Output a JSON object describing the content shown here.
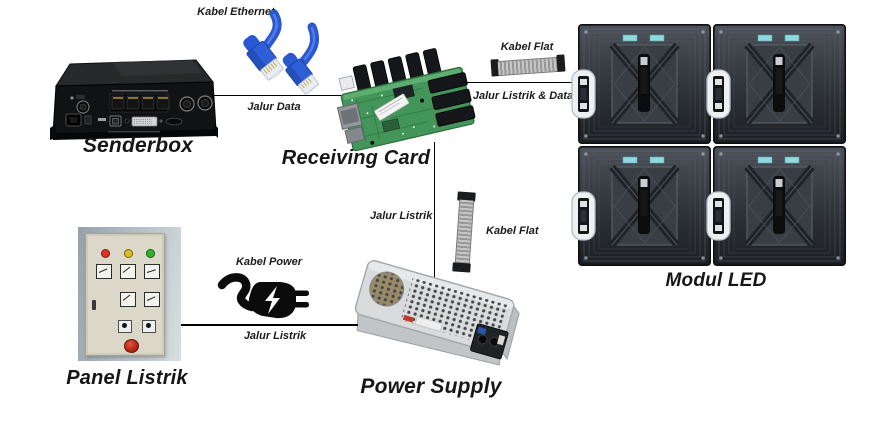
{
  "components": {
    "senderbox": {
      "label": "Senderbox"
    },
    "receiving_card": {
      "label": "Receiving Card"
    },
    "modul_led": {
      "label": "Modul LED",
      "grid": "2x2"
    },
    "panel_listrik": {
      "label": "Panel Listrik"
    },
    "power_supply": {
      "label": "Power Supply"
    }
  },
  "cables": {
    "kabel_ethernet": {
      "label": "Kabel Ethernet"
    },
    "kabel_flat_top": {
      "label": "Kabel Flat"
    },
    "kabel_flat_mid": {
      "label": "Kabel Flat"
    },
    "kabel_power": {
      "label": "Kabel Power"
    }
  },
  "connections": {
    "jalur_data": {
      "label": "Jalur Data",
      "from": "senderbox",
      "to": "receiving_card"
    },
    "jalur_listrik_dan_data": {
      "label": "Jalur Listrik & Data",
      "from": "receiving_card",
      "to": "modul_led"
    },
    "jalur_listrik_mid": {
      "label": "Jalur Listrik",
      "from": "receiving_card",
      "to": "power_supply"
    },
    "jalur_listrik_bottom": {
      "label": "Jalur Listrik",
      "from": "panel_listrik",
      "to": "power_supply"
    }
  },
  "icons": {
    "ethernet_cable": "blue RJ45 patch cable with two connectors",
    "flat_ribbon_horizontal": "grey flat ribbon cable, black ends",
    "flat_ribbon_vertical": "grey flat ribbon cable, black ends",
    "power_plug": "black power plug silhouette with white lightning bolt"
  },
  "colors": {
    "background": "#ffffff",
    "line": "#000000",
    "text": "#1b1b1b",
    "ethernet_blue": "#2a58d0",
    "pcb_green": "#44955a",
    "ribbon_grey": "#a8a8a8",
    "led_module_dark": "#2b2f35",
    "led_tag_cyan": "#8fd9de",
    "panel_cream": "#dcd8c9",
    "panel_indicators": [
      "#e23222",
      "#e0bc1c",
      "#2fb32f"
    ],
    "power_supply_silver": "#d9dbdd"
  }
}
